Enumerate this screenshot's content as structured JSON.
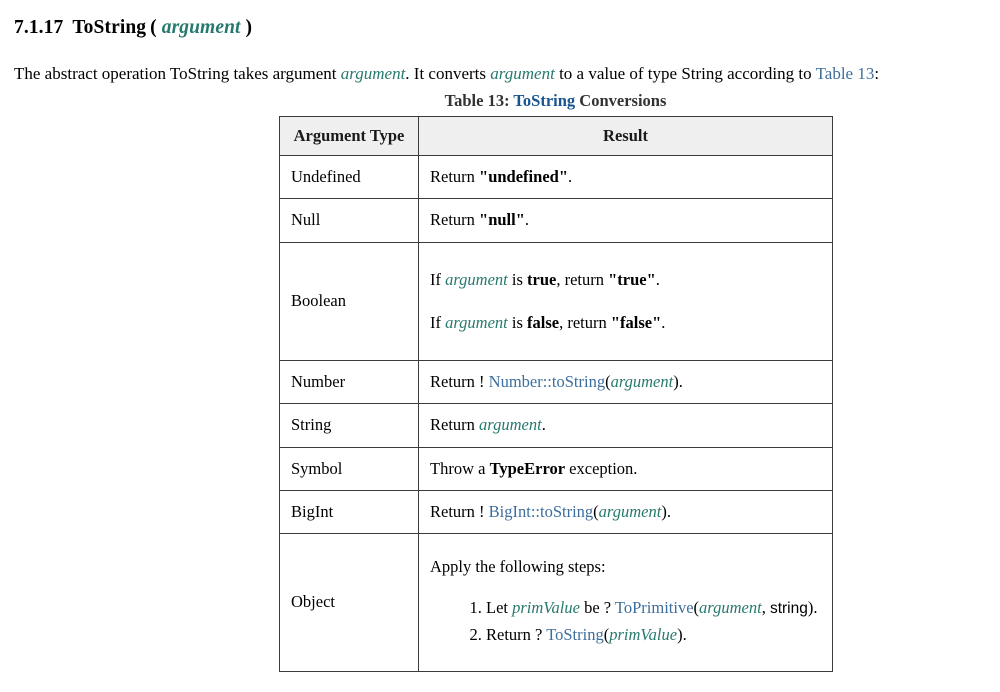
{
  "clause": {
    "number": "7.1.17",
    "title": "ToString",
    "paren_open": "(",
    "argument": "argument",
    "paren_close": ")"
  },
  "intro": {
    "part1": "The abstract operation ToString takes argument ",
    "var1": "argument",
    "part2": ". It converts ",
    "var2": "argument",
    "part3": " to a value of type String according to ",
    "table_link": "Table 13",
    "part4": ":"
  },
  "table_caption": {
    "prefix": "Table 13: ",
    "link": "ToString",
    "suffix": " Conversions"
  },
  "table": {
    "headers": {
      "argument_type": "Argument Type",
      "result": "Result"
    },
    "rows": {
      "undefined": {
        "type": "Undefined",
        "return_word": "Return ",
        "value": "\"undefined\"",
        "period": "."
      },
      "null": {
        "type": "Null",
        "return_word": "Return ",
        "value": "\"null\"",
        "period": "."
      },
      "boolean": {
        "type": "Boolean",
        "line1": {
          "if_word": "If ",
          "var": "argument",
          "is_word": " is ",
          "literal": "true",
          "return_word": ", return ",
          "value": "\"true\"",
          "period": "."
        },
        "line2": {
          "if_word": "If ",
          "var": "argument",
          "is_word": " is ",
          "literal": "false",
          "return_word": ", return ",
          "value": "\"false\"",
          "period": "."
        }
      },
      "number": {
        "type": "Number",
        "return_word": "Return ! ",
        "op_link": "Number::toString",
        "paren_open": "(",
        "var": "argument",
        "paren_close": ")",
        "period": "."
      },
      "string": {
        "type": "String",
        "return_word": "Return ",
        "var": "argument",
        "period": "."
      },
      "symbol": {
        "type": "Symbol",
        "throw_word": "Throw a ",
        "error": "TypeError",
        "exception_word": " exception."
      },
      "bigint": {
        "type": "BigInt",
        "return_word": "Return ! ",
        "op_link": "BigInt::toString",
        "paren_open": "(",
        "var": "argument",
        "paren_close": ")",
        "period": "."
      },
      "object": {
        "type": "Object",
        "lead": "Apply the following steps:",
        "step1": {
          "let_word": "Let ",
          "var": "primValue",
          "be_word": " be ? ",
          "op_link": "ToPrimitive",
          "paren_open": "(",
          "arg": "argument",
          "comma": ", ",
          "enum_value": "string",
          "paren_close": ")",
          "period": "."
        },
        "step2": {
          "return_word": "Return ? ",
          "op_link": "ToString",
          "paren_open": "(",
          "arg": "primValue",
          "paren_close": ")",
          "period": "."
        }
      }
    }
  },
  "colors": {
    "variable_teal": "#27796e",
    "link_blue": "#3d6e9e",
    "link_blue_strong": "#1a5490",
    "border": "#3b3b3b",
    "header_background": "#efefef"
  }
}
